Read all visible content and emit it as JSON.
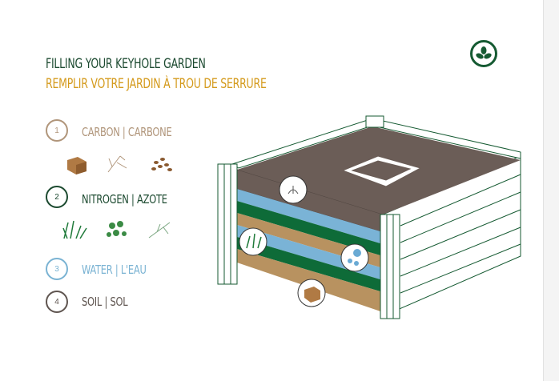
{
  "title_en": "FILLING YOUR KEYHOLE GARDEN",
  "title_fr": "REMPLIR VOTRE JARDIN À TROU DE SERRURE",
  "layers": [
    {
      "number": "1",
      "label": "CARBON | CARBONE",
      "color": "#b0957a",
      "icons": [
        "cardboard-box-icon",
        "twigs-icon",
        "wood-chips-icon"
      ]
    },
    {
      "number": "2",
      "label": "NITROGEN | AZOTE",
      "color": "#1c4a30",
      "icons": [
        "grass-clippings-icon",
        "leaves-icon",
        "green-twigs-icon"
      ]
    },
    {
      "number": "3",
      "label": "WATER | L'EAU",
      "color": "#7ab3d3"
    },
    {
      "number": "4",
      "label": "SOIL | SOL",
      "color": "#5f5550"
    }
  ],
  "colors": {
    "soil": "#6b5d57",
    "water": "#7ab3d6",
    "green": "#0e6b38",
    "tan": "#b89260",
    "frame": "#155a32"
  }
}
